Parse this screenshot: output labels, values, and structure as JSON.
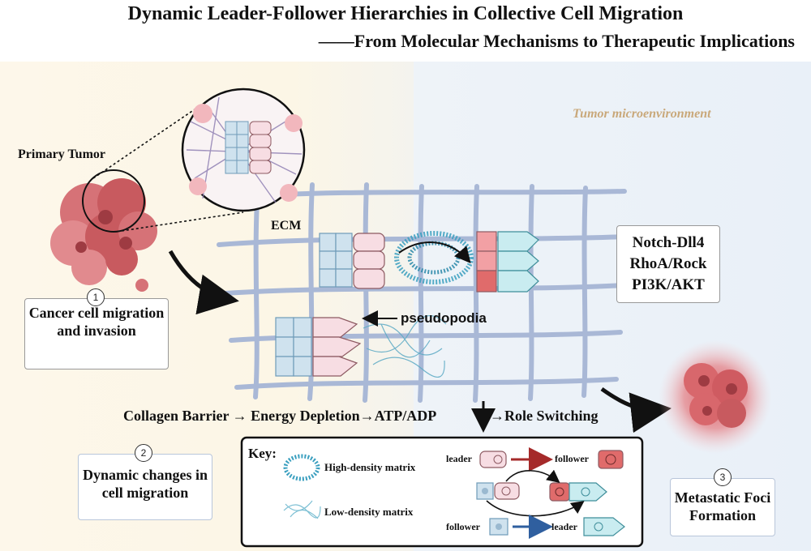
{
  "title": "Dynamic Leader-Follower Hierarchies in Collective Cell Migration",
  "subtitle": "——From Molecular Mechanisms to Therapeutic Implications",
  "labels": {
    "tumor_microenvironment": "Tumor microenvironment",
    "primary_tumor": "Primary Tumor",
    "ecm": "ECM",
    "pseudopodia": "pseudopodia",
    "pathway_notch": "Notch-Dll4",
    "pathway_rho": "RhoA/Rock",
    "pathway_pi3k": "PI3K/AKT",
    "mechanism": "Collagen Barrier → Energy Depletion→ATP/ADP",
    "role_switching": "→Role Switching"
  },
  "steps": [
    {
      "number": "1",
      "text": "Cancer cell migration and invasion"
    },
    {
      "number": "2",
      "text": "Dynamic changes in cell migration"
    },
    {
      "number": "3",
      "text": "Metastatic Foci Formation"
    }
  ],
  "key": {
    "title": "Key:",
    "high_density": "High-density matrix",
    "low_density": "Low-density matrix",
    "leader_label": "leader",
    "follower_label": "follower",
    "follower_label_2": "follower",
    "leader_label_2": "leader"
  },
  "colors": {
    "leader_pink": "#f7dde3",
    "follower_blue": "#cfe2ee",
    "red_cell": "#e06b6b",
    "teal_cell": "#c9ecf0",
    "tumor": "#c85a5f",
    "grid": "#a9b8d6",
    "high_density_matrix": "#3a9fbf",
    "arrow_red": "#a52a2a",
    "arrow_blue": "#2f5f9f"
  }
}
